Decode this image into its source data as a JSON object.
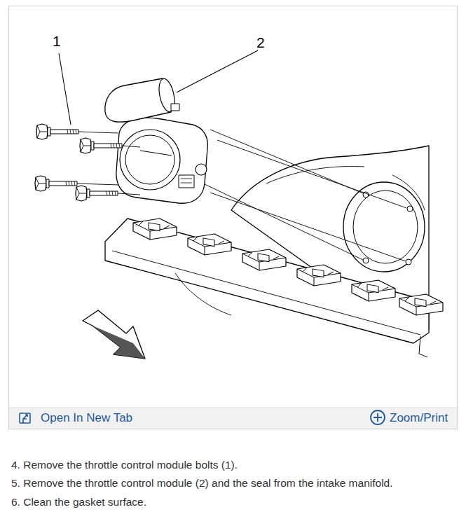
{
  "diagram": {
    "labels": [
      "1",
      "2",
      "Open In New Tab",
      "Zoom/Print",
      "4. Remove the throttle control module bolts (1).",
      "5. Remove the throttle control module (2) and the seal from the intake manifold.",
      "6. Clean the gasket surface."
    ]
  }
}
